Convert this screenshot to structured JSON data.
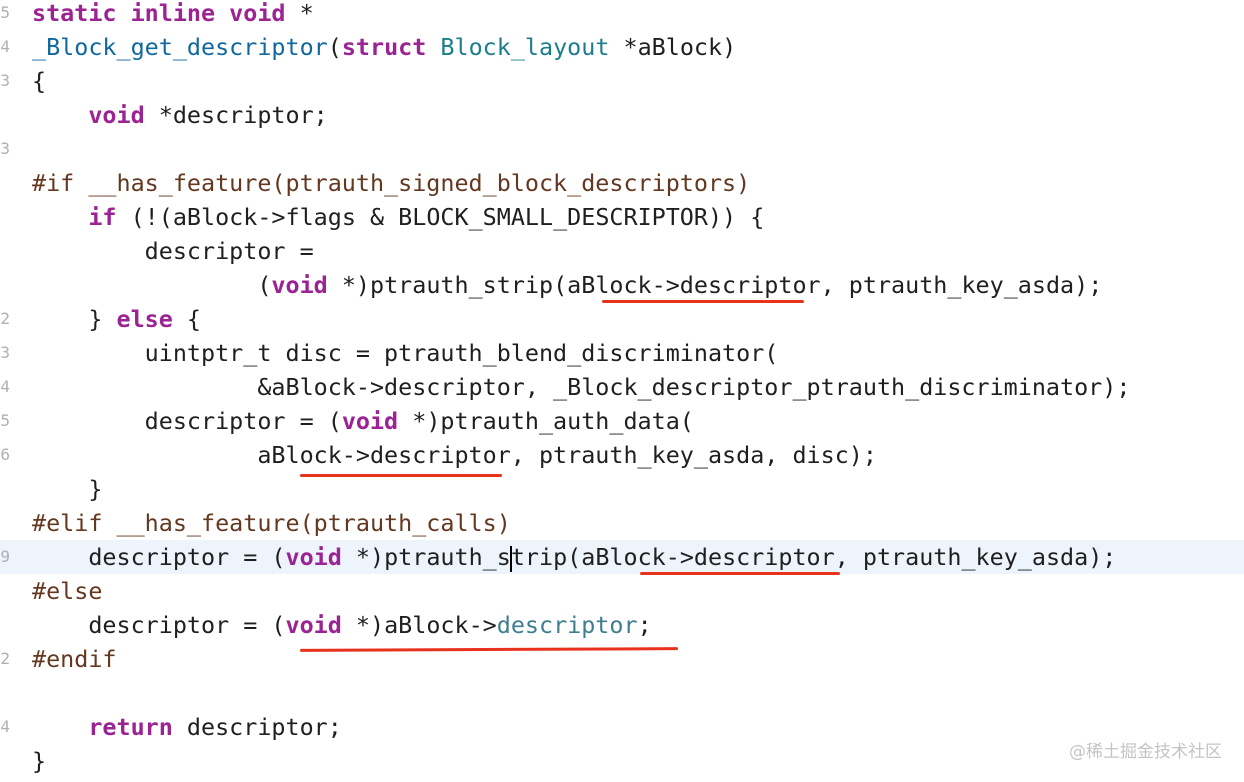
{
  "editor": {
    "gutter_numbers": [
      "5",
      "4",
      "3",
      "",
      "3",
      "",
      "",
      "",
      "",
      "2",
      "3",
      "4",
      "5",
      "6",
      "",
      "",
      "9",
      "",
      "",
      "2",
      "",
      "4",
      ""
    ],
    "lines": [
      [
        {
          "t": "static inline void",
          "c": "kw"
        },
        {
          "t": " *"
        }
      ],
      [
        {
          "t": "_Block_get_descriptor",
          "c": "fn"
        },
        {
          "t": "("
        },
        {
          "t": "struct",
          "c": "kw"
        },
        {
          "t": " "
        },
        {
          "t": "Block_layout",
          "c": "ty"
        },
        {
          "t": " *aBlock)"
        }
      ],
      [
        {
          "t": "{"
        }
      ],
      [
        {
          "t": "    "
        },
        {
          "t": "void",
          "c": "kw"
        },
        {
          "t": " *descriptor;"
        }
      ],
      [],
      [
        {
          "t": "#if __has_feature(ptrauth_signed_block_descriptors)",
          "c": "pp"
        }
      ],
      [
        {
          "t": "    "
        },
        {
          "t": "if",
          "c": "kw"
        },
        {
          "t": " (!(aBlock->flags & BLOCK_SMALL_DESCRIPTOR)) {"
        }
      ],
      [
        {
          "t": "        descriptor ="
        }
      ],
      [
        {
          "t": "                ("
        },
        {
          "t": "void",
          "c": "kw"
        },
        {
          "t": " *)ptrauth_strip(aBlock->descriptor, ptrauth_key_asda);"
        }
      ],
      [
        {
          "t": "    } "
        },
        {
          "t": "else",
          "c": "kw"
        },
        {
          "t": " {"
        }
      ],
      [
        {
          "t": "        uintptr_t disc = ptrauth_blend_discriminator("
        }
      ],
      [
        {
          "t": "                &aBlock->descriptor, _Block_descriptor_ptrauth_discriminator);"
        }
      ],
      [
        {
          "t": "        descriptor = ("
        },
        {
          "t": "void",
          "c": "kw"
        },
        {
          "t": " *)ptrauth_auth_data("
        }
      ],
      [
        {
          "t": "                aBlock->descriptor, ptrauth_key_asda, disc);"
        }
      ],
      [
        {
          "t": "    }"
        }
      ],
      [
        {
          "t": "#elif __has_feature(ptrauth_calls)",
          "c": "pp"
        }
      ],
      [
        {
          "t": "    descriptor = ("
        },
        {
          "t": "void",
          "c": "kw"
        },
        {
          "t": " *)ptrauth_s"
        },
        {
          "t": "",
          "caret": true
        },
        {
          "t": "trip(aBlock->descriptor, ptrauth_key_asda);"
        }
      ],
      [
        {
          "t": "#else",
          "c": "pp"
        }
      ],
      [
        {
          "t": "    descriptor = ("
        },
        {
          "t": "void",
          "c": "kw"
        },
        {
          "t": " *)aBlock->"
        },
        {
          "t": "descriptor",
          "c": "mem"
        },
        {
          "t": ";"
        }
      ],
      [
        {
          "t": "#endif",
          "c": "pp"
        }
      ],
      [],
      [
        {
          "t": "    "
        },
        {
          "t": "return",
          "c": "kw"
        },
        {
          "t": " descriptor;"
        }
      ],
      [
        {
          "t": "}"
        }
      ]
    ],
    "highlighted_line": 16
  },
  "colors": {
    "keyword": "#9b2393",
    "preprocessor": "#643820",
    "function": "#0f68a0",
    "type": "#1c7d8c",
    "annotation_underline": "#e8321e",
    "current_line": "#eef4fc"
  },
  "watermark": "@稀土掘金技术社区"
}
